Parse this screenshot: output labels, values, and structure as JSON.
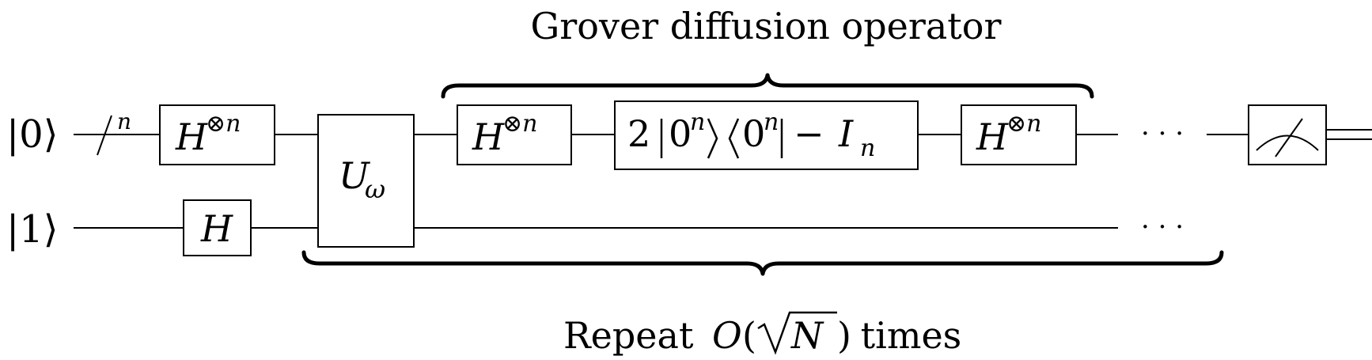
{
  "labels": {
    "top_caption": "Grover diffusion operator",
    "bottom_caption": "Repeat O(√N) times",
    "bottom_caption_parts": {
      "prefix": "Repeat ",
      "big_o": "O",
      "open_paren": "(",
      "radicand": "N",
      "close_paren": ")",
      "suffix": " times"
    }
  },
  "qubits": [
    {
      "ket": "|0⟩",
      "ket_value": "0"
    },
    {
      "ket": "|1⟩",
      "ket_value": "1"
    }
  ],
  "register_size": "n",
  "gates": {
    "h_n_base": "H",
    "h_n_sup": "⊗n",
    "h_single": "H",
    "oracle_base": "U",
    "oracle_sub": "ω",
    "diffusion": {
      "two": "2",
      "zero": "0",
      "n": "n",
      "minus": "−",
      "I": "I",
      "sub": "n"
    }
  },
  "ellipsis": "· · ·",
  "colors": {
    "ink": "#000000",
    "background": "#ffffff"
  }
}
